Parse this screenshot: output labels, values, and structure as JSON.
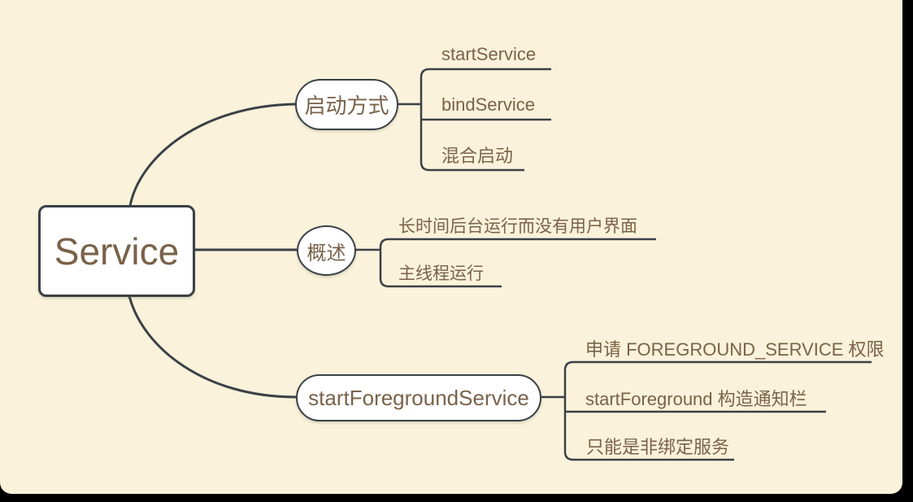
{
  "colors": {
    "background": "#faf2da",
    "frame": "#000000",
    "line": "#3a4147",
    "node_fill": "#ffffff",
    "node_border": "#3a4147",
    "text": "#7a6249"
  },
  "root": {
    "label": "Service"
  },
  "branches": [
    {
      "label": "启动方式",
      "children": [
        {
          "label": "startService"
        },
        {
          "label": "bindService"
        },
        {
          "label": "混合启动"
        }
      ]
    },
    {
      "label": "概述",
      "children": [
        {
          "label": "长时间后台运行而没有用户界面"
        },
        {
          "label": "主线程运行"
        }
      ]
    },
    {
      "label": "startForegroundService",
      "children": [
        {
          "label": "申请 FOREGROUND_SERVICE 权限"
        },
        {
          "label": "startForeground 构造通知栏"
        },
        {
          "label": "只能是非绑定服务"
        }
      ]
    }
  ]
}
